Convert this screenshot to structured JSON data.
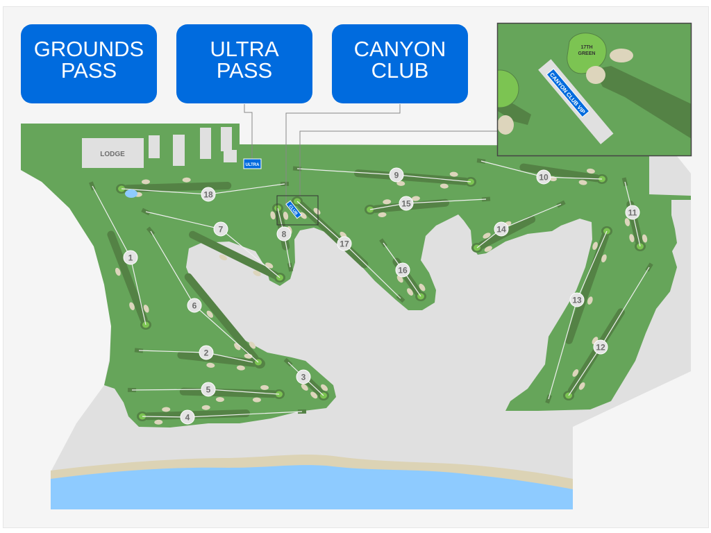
{
  "passes": [
    {
      "line1": "GROUNDS",
      "line2": "PASS"
    },
    {
      "line1": "ULTRA",
      "line2": "PASS"
    },
    {
      "line1": "CANYON",
      "line2": "CLUB"
    }
  ],
  "map": {
    "lodge_label": "LODGE",
    "ultra_tag": "ULTRA",
    "club_tag": "CLUB",
    "holes": [
      "1",
      "2",
      "3",
      "4",
      "5",
      "6",
      "7",
      "8",
      "9",
      "10",
      "11",
      "12",
      "13",
      "14",
      "15",
      "16",
      "17",
      "18"
    ]
  },
  "inset": {
    "green_label_line1": "17TH",
    "green_label_line2": "GREEN",
    "vip_label": "CANYON CLUB VIP"
  },
  "colors": {
    "pass_blue": "#006bde",
    "rough": "#66a55a",
    "fairway": "#548245",
    "green": "#7cc452",
    "sand": "#ddd5bc",
    "land": "#e0e0e0",
    "water": "#8ecbff",
    "beach": "#dcd3b5"
  }
}
